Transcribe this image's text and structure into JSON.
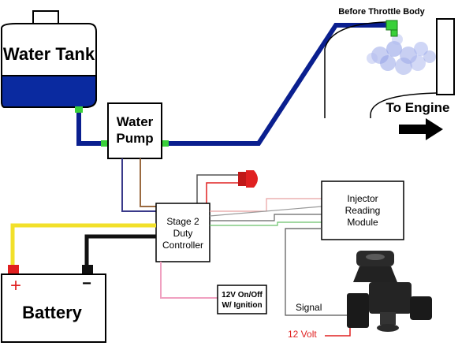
{
  "labels": {
    "water_tank": "Water Tank",
    "water_pump_line1": "Water",
    "water_pump_line2": "Pump",
    "before_throttle_body": "Before Throttle Body",
    "to_engine": "To Engine",
    "stage2_line1": "Stage 2",
    "stage2_line2": "Duty",
    "stage2_line3": "Controller",
    "injector_line1": "Injector",
    "injector_line2": "Reading",
    "injector_line3": "Module",
    "ignition_line1": "12V On/Off",
    "ignition_line2": "W/ Ignition",
    "battery": "Battery",
    "battery_plus": "+",
    "battery_minus": "−",
    "signal": "Signal",
    "twelve_volt": "12 Volt"
  },
  "colors": {
    "water_hose": "#0a1f8f",
    "tank_water": "#0a2aa0",
    "hose_fitting": "#3ad03a",
    "positive_wire": "#f2e02a",
    "negative_wire": "#111111",
    "led": "#e02020",
    "pink_wire": "#f0a0c0",
    "brown_wire": "#9a6a40",
    "navy_wire": "#3a3a8a",
    "twelve_volt_text": "#e02020"
  }
}
